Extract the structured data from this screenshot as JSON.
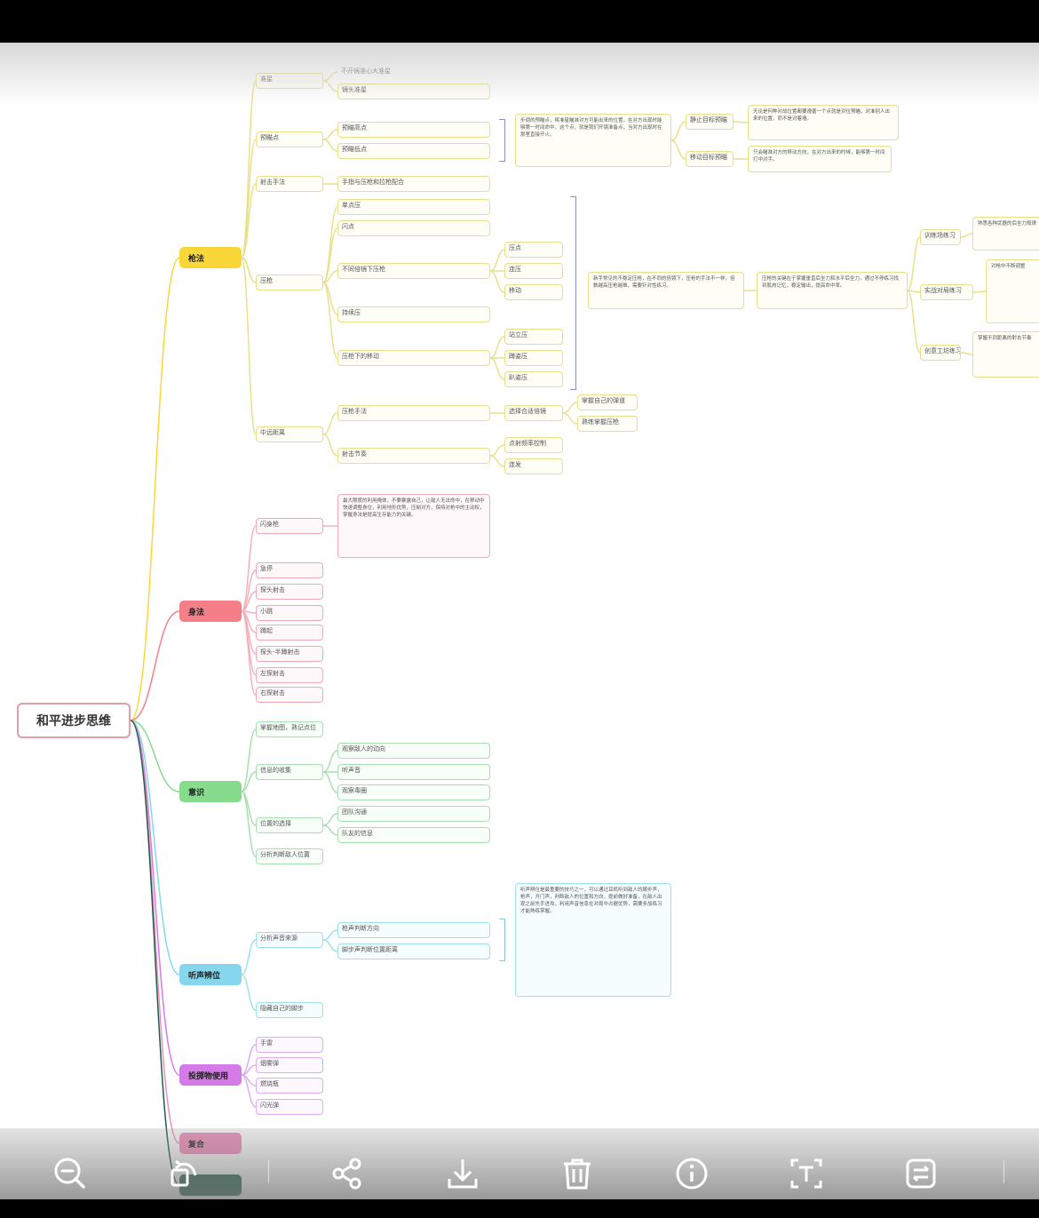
{
  "mindmap": {
    "root": "和平进步思维",
    "branches": [
      {
        "label": "枪法",
        "color": "#fad738"
      },
      {
        "label": "身法",
        "color": "#f57f89"
      },
      {
        "label": "意识",
        "color": "#86dc8c"
      },
      {
        "label": "听声辨位",
        "color": "#86d7ee"
      },
      {
        "label": "投掷物使用",
        "color": "#d57be8"
      },
      {
        "label": "复合",
        "color": "#f08fbd"
      },
      {
        "label": "",
        "color": "#1e5e48"
      }
    ],
    "gun": {
      "zhunxin": "准星",
      "zhunxin_top": "不开镜准心大准星",
      "zhunxin_bottom": "镜头准星",
      "yapao": "预瞄点",
      "yapao_a": "预瞄高点",
      "yapao_b": "预瞄低点",
      "yapao_note": "步调的预瞄点，将准星瞄准对方可能出来的位置，在对方出现时能够第一时间命中，这个点，就是我们开镜准备点，当对方出现时在那里直接开火。",
      "yapao_r1": "静止目标预瞄",
      "yapao_r2": "移动目标预瞄",
      "yapao_r1_note": "无论是何种对战位置都要遵循一个点就是对位预瞄，对准别人出来的位置，而不是对着墙。",
      "yapao_r2_note": "只会瞄准对方的移动方向，在对方出来的时候，能够第一时间打中对手。",
      "shoot_method": "射击手法",
      "shoot_method_a": "手指与压枪和拉枪配合",
      "yaqiang": "压枪",
      "yaqiang_items": [
        "单点压",
        "闪点",
        "不同倍镜下压枪",
        "持续压",
        "压枪下的移动"
      ],
      "yaqiang_sub1": [
        "压点",
        "连压",
        "移动"
      ],
      "yaqiang_sub2": [
        "站立压",
        "蹲姿压",
        "趴姿压"
      ],
      "yaqiang_note": "新手常见的不稳定压枪，在不同的倍镜下，压枪的手法不一样，倍数越高压枪越难，需要针对性练习。",
      "yaqiang_note2": "压枪的关键在于掌握垂直后坐力和水平后坐力，通过不停练习找到肌肉记忆，稳定输出，提高命中率。",
      "practice": [
        "训练场练习",
        "实战对局练习",
        "创意工坊练习"
      ],
      "practice_notes": [
        "熟悉各种武器的后坐力规律",
        "对枪中不断调整",
        "掌握不同距离的射击节奏"
      ],
      "zhongyuan": "中远距离",
      "zhongyuan_a": "压枪手法",
      "zhongyuan_b": "射击节奏",
      "zhongyuan_a1": "选择合适倍镜",
      "zhongyuan_a1a": "掌握自己的弹道",
      "zhongyuan_a1b": "熟练掌握压枪",
      "zhongyuan_b1": "点射频率控制",
      "zhongyuan_b2": "连发"
    },
    "move": {
      "items": [
        "闪身枪",
        "急停",
        "探头射击",
        "小跳",
        "蹲起",
        "探头-半蹲射击",
        "左探射击",
        "右探射击"
      ],
      "note": "最大限度的利用掩体，不要暴露自己，让敌人无法命中，在移动中快速调整身位，利用地形优势，压制对方，保持对枪中的主动权，掌握身法是提高生存能力的关键。"
    },
    "sense": {
      "a": "掌握地图，熟记点位",
      "b": "信息的收集",
      "b_items": [
        "观察敌人的动向",
        "听声音",
        "观察毒圈",
        "团队沟通",
        "队友的信息"
      ],
      "c": "位置的选择",
      "d": "分析判断敌人位置"
    },
    "listen": {
      "a": "分析声音来源",
      "a_items": [
        "枪声判断方向",
        "脚步声判断位置距离"
      ],
      "a_note": "听声辨位是最重要的技巧之一，可以通过耳机听到敌人的脚步声，枪声，开门声，判断敌人的位置和方向，提前做好准备，在敌人出现之前先手进攻，利用声音信息在对局中占据优势，需要多加练习才能熟练掌握。",
      "b": "隐藏自己的脚步"
    },
    "throw": {
      "items": [
        "手雷",
        "烟雾弹",
        "燃烧瓶",
        "闪光弹"
      ]
    }
  },
  "toolbar": {
    "buttons": [
      "zoom-out-icon",
      "rotate-icon",
      "share-icon",
      "download-icon",
      "delete-icon",
      "info-icon",
      "text-recognize-icon",
      "adjust-icon"
    ]
  }
}
